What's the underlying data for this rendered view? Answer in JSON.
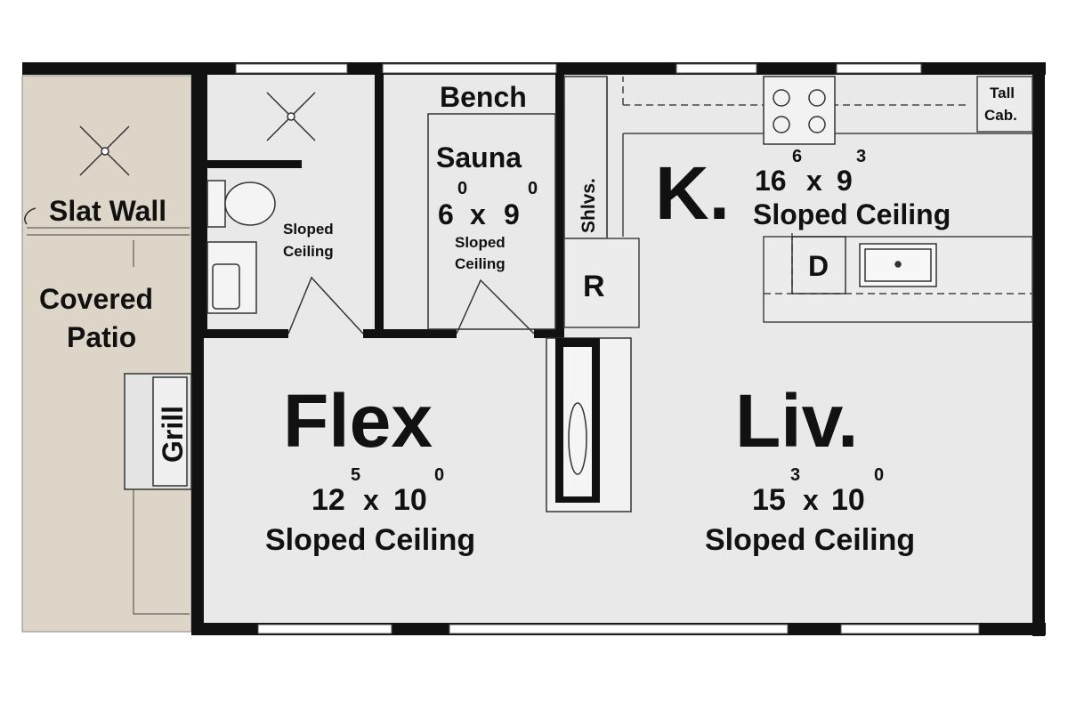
{
  "colors": {
    "wall": "#111111",
    "floor": "#e9e9e9",
    "patio": "#ddd6c8",
    "line": "#666666"
  },
  "rooms": {
    "flex": {
      "name": "Flex",
      "w": "12",
      "w_in": "5",
      "x": "x",
      "d": "10",
      "d_in": "0",
      "ceiling": "Sloped Ceiling"
    },
    "liv": {
      "name": "Liv.",
      "w": "15",
      "w_in": "3",
      "x": "x",
      "d": "10",
      "d_in": "0",
      "ceiling": "Sloped Ceiling"
    },
    "kitchen": {
      "name": "K.",
      "w": "16",
      "w_in": "6",
      "x": "x",
      "d": "9",
      "d_in": "3",
      "ceiling": "Sloped Ceiling"
    },
    "sauna": {
      "name": "Sauna",
      "w": "6",
      "w_in": "0",
      "x": "x",
      "d": "9",
      "d_in": "0",
      "ceiling_1": "Sloped",
      "ceiling_2": "Ceiling"
    },
    "bath": {
      "ceiling_1": "Sloped",
      "ceiling_2": "Ceiling"
    },
    "patio": {
      "name_1": "Covered",
      "name_2": "Patio"
    }
  },
  "fixtures": {
    "bench": "Bench",
    "shelves": "Shlvs.",
    "refrigerator": "R",
    "dishwasher": "D",
    "tall_cab_1": "Tall",
    "tall_cab_2": "Cab.",
    "slat_wall": "Slat Wall",
    "grill": "Grill"
  }
}
